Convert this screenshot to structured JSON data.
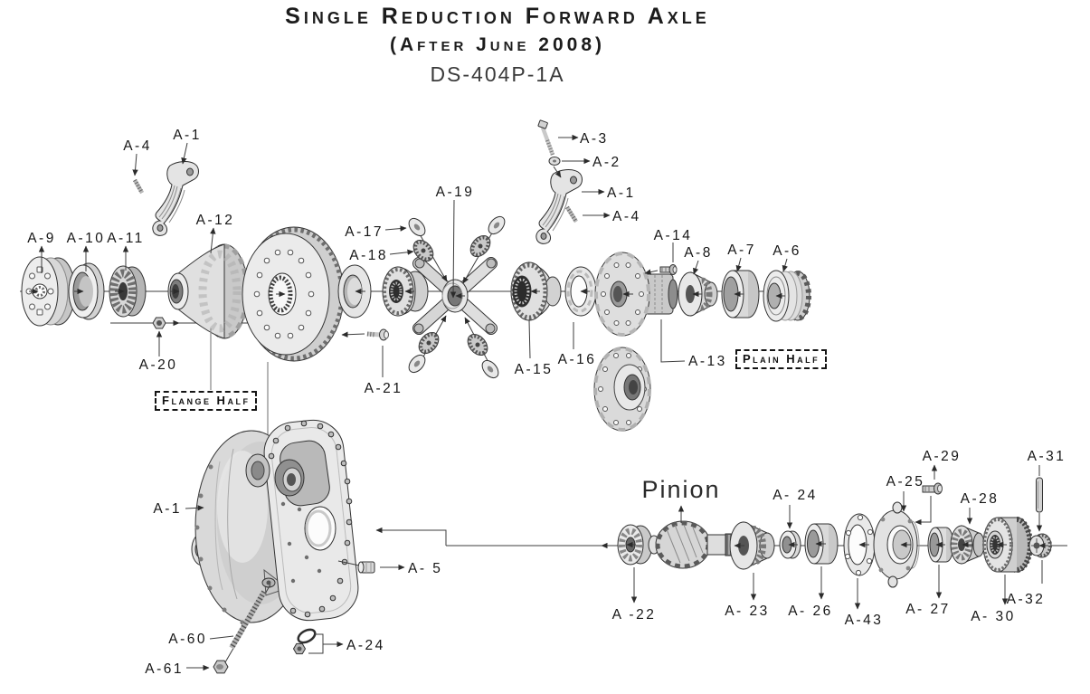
{
  "header": {
    "title": "Single Reduction Forward Axle",
    "subtitle": "(After June 2008)",
    "model": "DS-404P-1A"
  },
  "callout_boxes": {
    "flange_half": "Flange Half",
    "plain_half": "Plain Half"
  },
  "section_labels": {
    "pinion": "Pinion"
  },
  "part_labels": {
    "a1_cap_left": "A-1",
    "a4_pin_left": "A-4",
    "a3_bolt": "A-3",
    "a2_washer": "A-2",
    "a1_cap_right": "A-1",
    "a4_pin_right": "A-4",
    "a9": "A-9",
    "a10": "A-10",
    "a11": "A-11",
    "a12": "A-12",
    "a17": "A-17",
    "a18": "A-18",
    "a19": "A-19",
    "a20": "A-20",
    "a21": "A-21",
    "a15": "A-15",
    "a16": "A-16",
    "a14": "A-14",
    "a13": "A-13",
    "a8": "A-8",
    "a7": "A-7",
    "a6": "A-6",
    "a1_housing": "A-1",
    "a5": "A- 5",
    "a60": "A-60",
    "a61": "A-61",
    "a24_housing": "A-24",
    "a22": "A -22",
    "a23": "A- 23",
    "a24_pinion": "A- 24",
    "a26": "A- 26",
    "a43": "A-43",
    "a25": "A-25",
    "a29": "A-29",
    "a27": "A- 27",
    "a28": "A-28",
    "a30": "A- 30",
    "a31": "A-31",
    "a32": "A-32"
  },
  "colors": {
    "line": "#1a1a1a",
    "metal_light": "#ececec",
    "metal_mid": "#d6d6d6",
    "metal_dark": "#8f8f8f",
    "background": "#ffffff"
  }
}
